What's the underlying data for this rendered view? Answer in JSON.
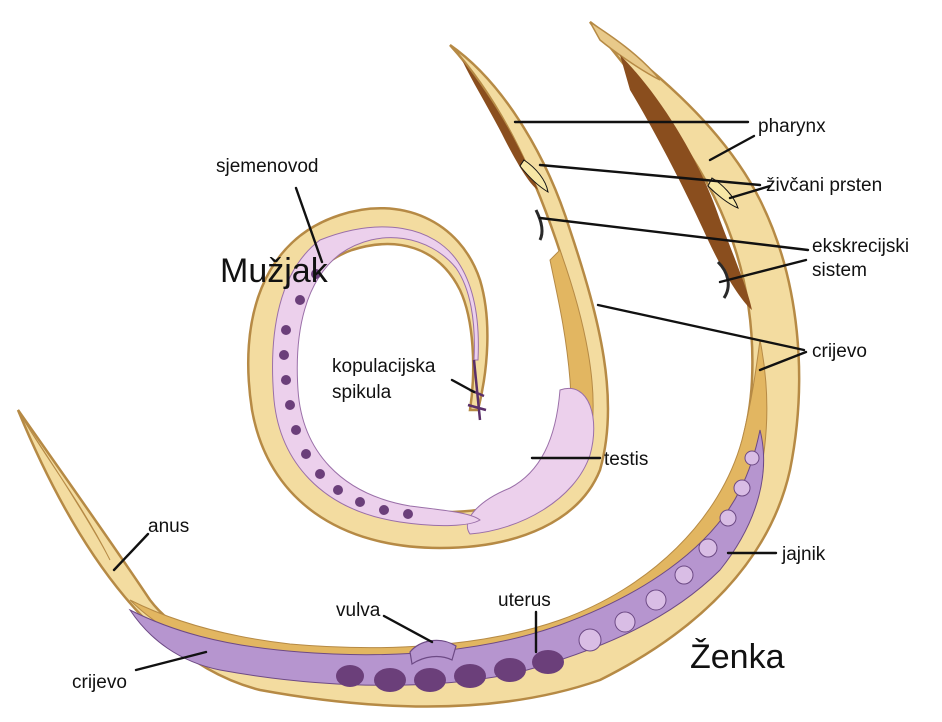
{
  "colors": {
    "cuticle": "#e8c98a",
    "body_fill": "#f3dca0",
    "body_outline": "#b68a45",
    "intestine": "#e2b661",
    "pharynx": "#8a4e1e",
    "male_tract": "#ecd0ec",
    "female_tract": "#b695cf",
    "egg_dark": "#6b3f7a",
    "egg_cell": "#d9bde5",
    "nerve_ring": "#f7e7a6",
    "leader": "#111111",
    "background": "#ffffff"
  },
  "titles": {
    "male": "Mužjak",
    "female": "Ženka"
  },
  "labels": {
    "pharynx": "pharynx",
    "nerve_ring": "živčani prsten",
    "excretory_1": "ekskrecijski",
    "excretory_2": "sistem",
    "intestine_right": "crijevo",
    "vas_deferens": "sjemenovod",
    "spicule_1": "kopulacijska",
    "spicule_2": "spikula",
    "testis": "testis",
    "ovary": "jajnik",
    "anus": "anus",
    "vulva": "vulva",
    "uterus": "uterus",
    "intestine_left": "crijevo"
  }
}
